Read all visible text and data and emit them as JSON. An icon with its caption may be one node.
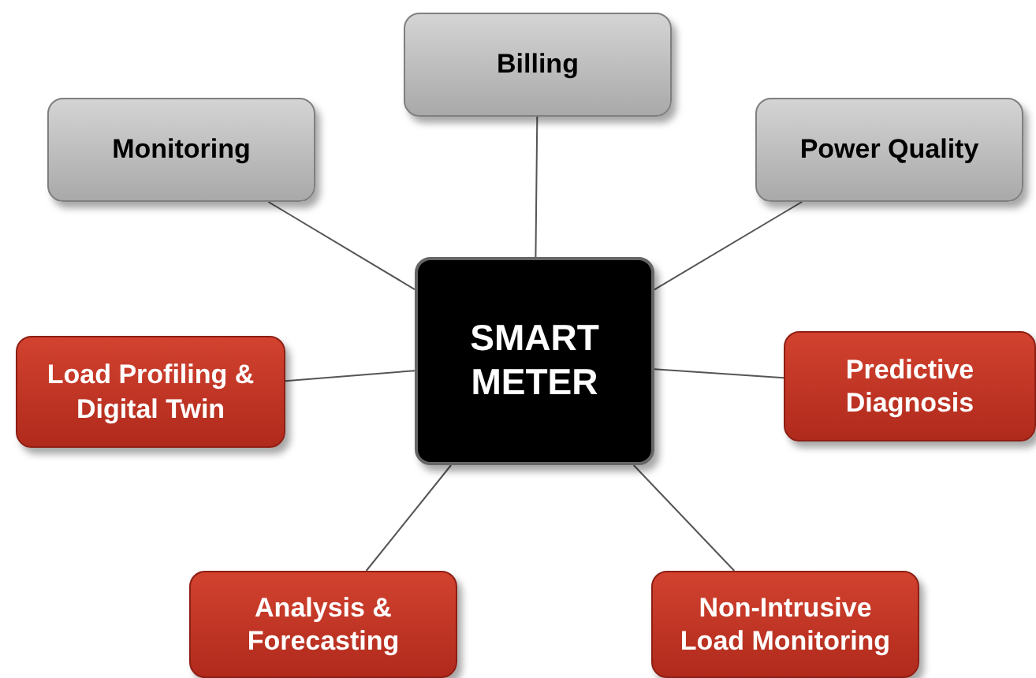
{
  "diagram": {
    "nodes": [
      {
        "text": [
          "Billing"
        ]
      },
      {
        "text": [
          "Monitoring"
        ]
      },
      {
        "text": [
          "Power Quality"
        ]
      },
      {
        "text": [
          "SMART METER"
        ]
      },
      {
        "text": [
          "Load Profiling & Digital Twin"
        ]
      },
      {
        "text": [
          "Predictive Diagnosis"
        ]
      },
      {
        "text": [
          "Analysis & Forecasting"
        ]
      },
      {
        "text": [
          "Non-Intrusive Load Monitoring"
        ]
      }
    ],
    "edges": [
      {
        "from": 3,
        "to": 0,
        "arrow": "none"
      },
      {
        "from": 3,
        "to": 1,
        "arrow": "none"
      },
      {
        "from": 3,
        "to": 2,
        "arrow": "none"
      },
      {
        "from": 3,
        "to": 4,
        "arrow": "none"
      },
      {
        "from": 3,
        "to": 5,
        "arrow": "none"
      },
      {
        "from": 3,
        "to": 6,
        "arrow": "none"
      },
      {
        "from": 3,
        "to": 7,
        "arrow": "none"
      }
    ]
  }
}
